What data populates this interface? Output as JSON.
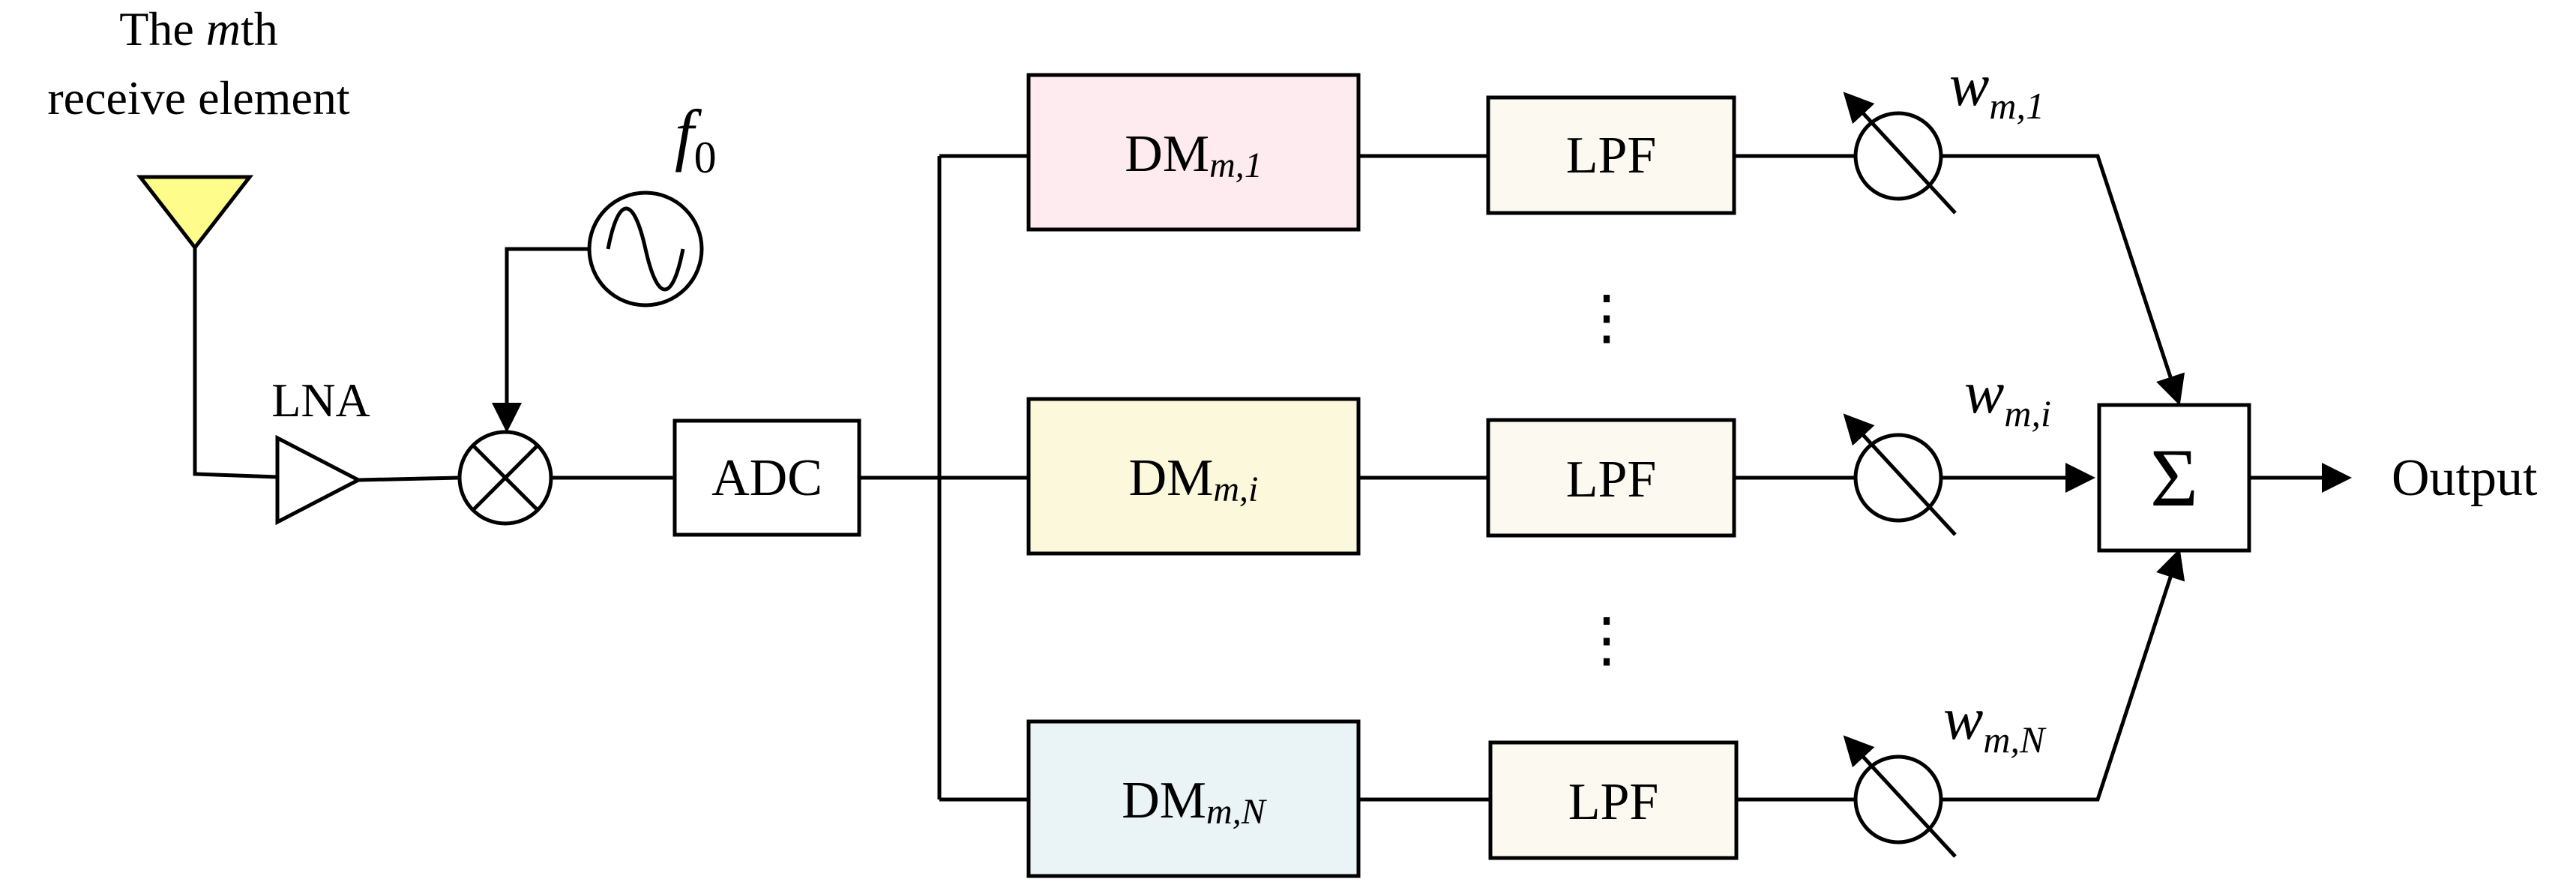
{
  "labels": {
    "antenna_line1_pre": "The ",
    "antenna_line1_var": "m",
    "antenna_line1_post": "th",
    "antenna_line2": "receive element",
    "lna": "LNA",
    "osc_var": "f",
    "osc_sub": "0",
    "adc": "ADC",
    "lpf": "LPF",
    "output": "Output",
    "sum_symbol": "Σ",
    "dots": "⋮"
  },
  "demodulators": [
    {
      "main": "DM",
      "sub": "m,1"
    },
    {
      "main": "DM",
      "sub": "m,i"
    },
    {
      "main": "DM",
      "sub": "m,N"
    }
  ],
  "weights": [
    {
      "var": "w",
      "sub": "m,1"
    },
    {
      "var": "w",
      "sub": "m,i"
    },
    {
      "var": "w",
      "sub": "m,N"
    }
  ],
  "colors": {
    "antenna_fill": "#fefc8a",
    "dm1_fill": "#fdebf0",
    "dmi_fill": "#fbf8dc",
    "dmN_fill": "#eaf3f6",
    "lpf_fill": "#fcfaf0",
    "line": "#000000"
  }
}
